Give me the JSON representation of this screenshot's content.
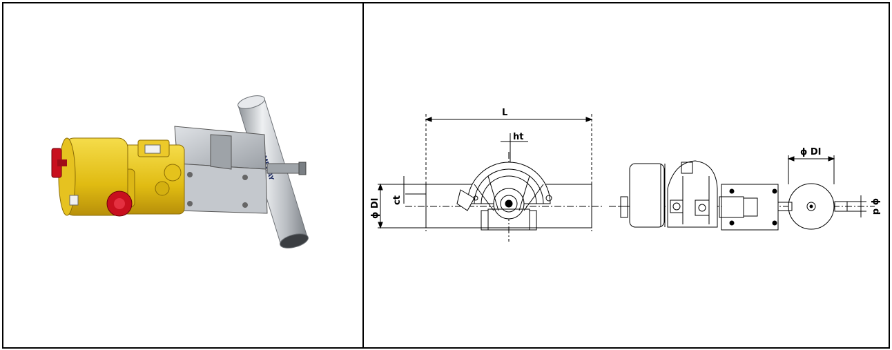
{
  "photo": {
    "brand_text": "SOMEWAY",
    "bracket_label": ""
  },
  "drawing": {
    "dim_L": "L",
    "dim_ht": "ht",
    "dim_ct": "ct",
    "dim_DI_left": "ϕ DI",
    "dim_DI_right": "ϕ DI",
    "dim_d": "ϕ d"
  },
  "colors": {
    "housing_yellow": "#e8c51a",
    "knob_red": "#c8101e",
    "pipe_silver": "#c9ccd0",
    "bracket_steel": "#b8bcc2",
    "line": "#000000"
  }
}
